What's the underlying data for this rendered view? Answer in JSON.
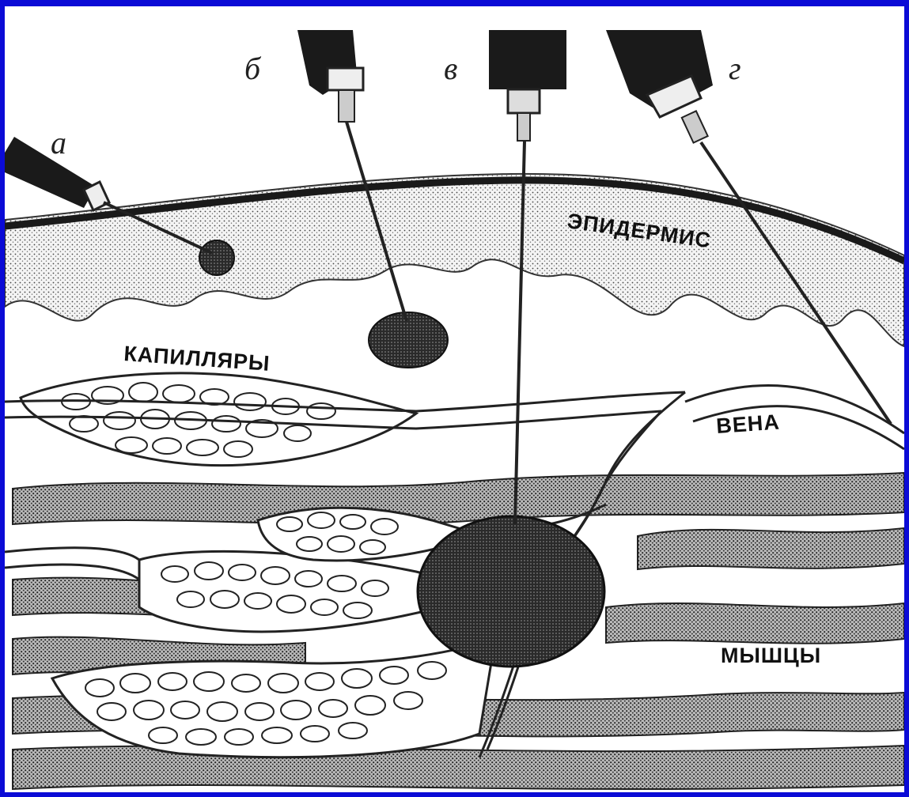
{
  "frame": {
    "border_color": "#0b0bd6",
    "background": "#ffffff"
  },
  "needles": [
    {
      "letter": "а"
    },
    {
      "letter": "б"
    },
    {
      "letter": "в"
    },
    {
      "letter": "г"
    }
  ],
  "labels": {
    "epidermis": "ЭПИДЕРМИС",
    "capillaries": "КАПИЛЛЯРЫ",
    "vein": "ВЕНА",
    "muscles": "МЫШЦЫ"
  }
}
